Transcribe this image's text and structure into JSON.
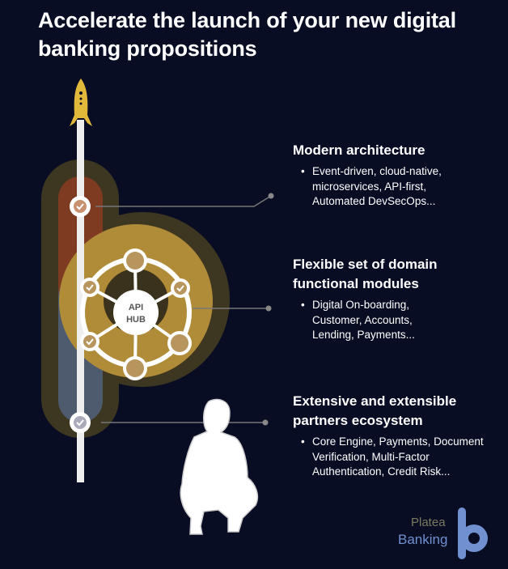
{
  "title": "Accelerate the launch of your new digital banking propositions",
  "hub_label_1": "API",
  "hub_label_2": "HUB",
  "sections": [
    {
      "heading": "Modern architecture",
      "bullets": [
        "Event-driven, cloud-native, microservices, API-first, Automated DevSecOps..."
      ]
    },
    {
      "heading": "Flexible set of domain functional modules",
      "bullets": [
        "Digital On-boarding, Customer, Accounts, Lending, Payments..."
      ]
    },
    {
      "heading": "Extensive and extensible partners ecosystem",
      "bullets": [
        "Core Engine, Payments, Document Verification, Multi-Factor Authentication, Credit Risk..."
      ]
    }
  ],
  "logo": {
    "line1": "Platea",
    "line2": "Banking"
  },
  "colors": {
    "background": "#080d24",
    "gold": "#b08c38",
    "olive": "#3d3620",
    "rust": "#7e3b22",
    "slate": "#4e5a6e",
    "logo_blue": "#7090d0"
  }
}
